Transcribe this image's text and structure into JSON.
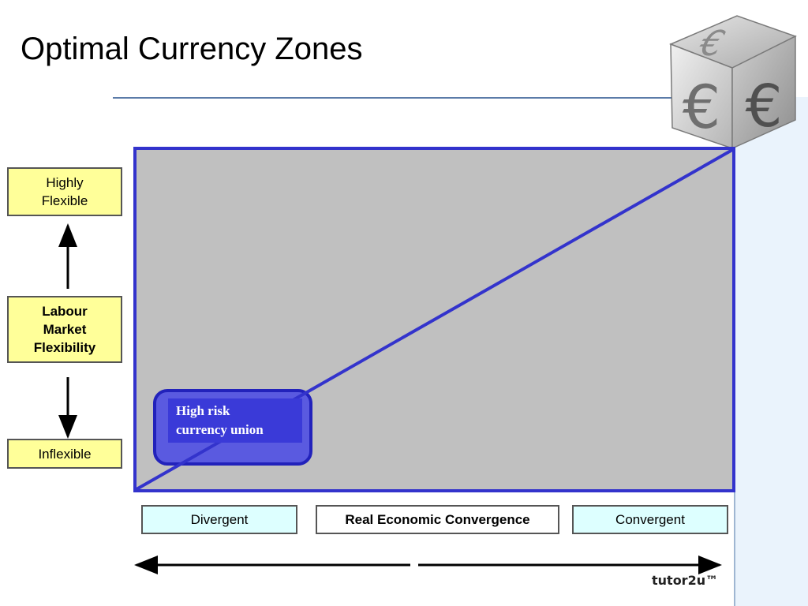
{
  "title": "Optimal Currency Zones",
  "risk_label": {
    "line1": "High risk",
    "line2": "currency union"
  },
  "y_axis": {
    "top": {
      "line1": "Highly",
      "line2": "Flexible"
    },
    "middle": {
      "line1": "Labour",
      "line2": "Market",
      "line3": "Flexibility"
    },
    "bottom": "Inflexible"
  },
  "x_axis": {
    "left": "Divergent",
    "middle": "Real Economic Convergence",
    "right": "Convergent"
  },
  "watermark": "tutor2u™",
  "colors": {
    "border_blue": "#3333cc",
    "plot_grey": "#c0c0c0",
    "label_yellow": "#ffff99",
    "label_cyan": "#ddffff",
    "risk_blue": "#3a3ad8"
  },
  "icons": {
    "logo": "euro-cube-icon"
  }
}
